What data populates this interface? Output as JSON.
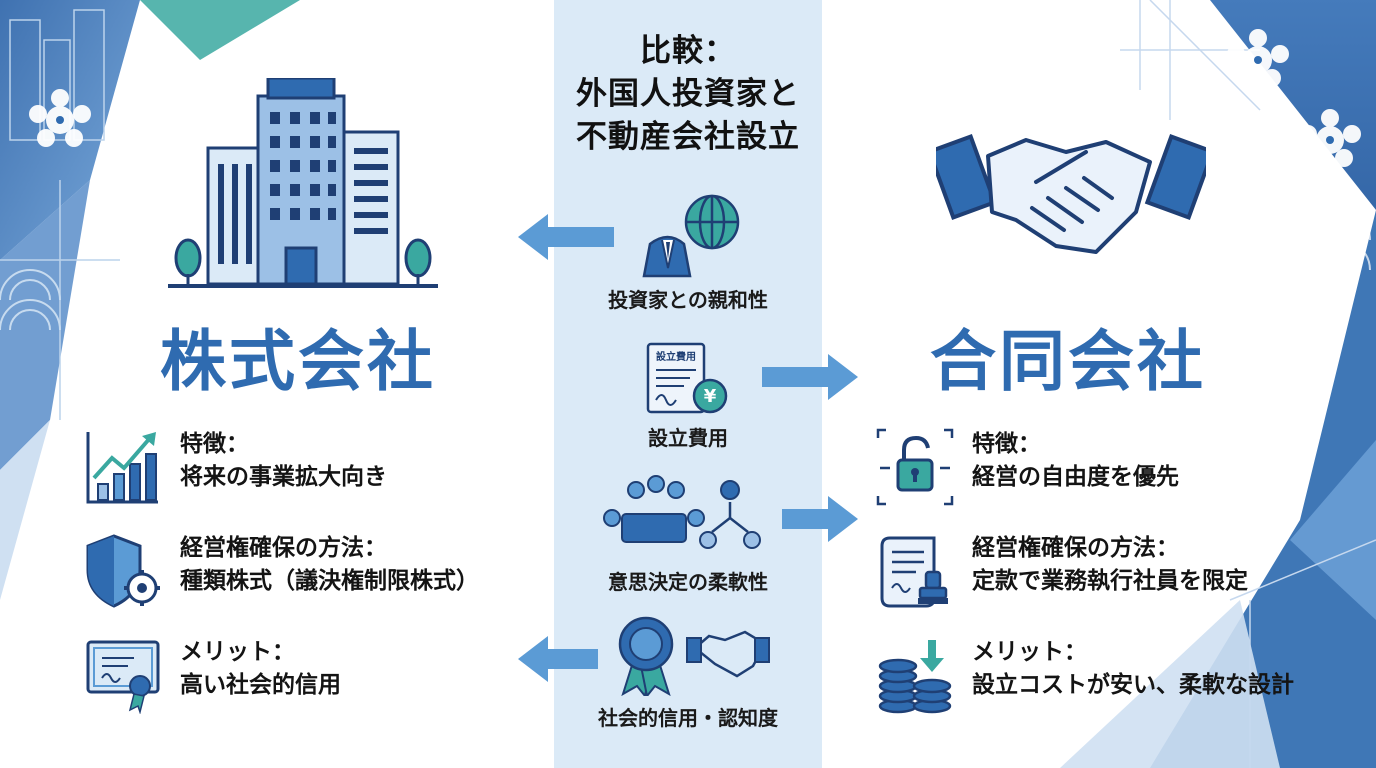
{
  "center": {
    "title_lines": [
      "比較：",
      "外国人投資家と",
      "不動産会社設立"
    ],
    "items": [
      {
        "label": "投資家との親和性",
        "icon": "investor-globe-icon",
        "arrow": "left"
      },
      {
        "label": "設立費用",
        "icon": "cost-document-yen-icon",
        "arrow": "right",
        "doc_label": "設立費用",
        "coin": "¥"
      },
      {
        "label": "意思決定の柔軟性",
        "icon": "meeting-network-icon",
        "arrow": "right"
      },
      {
        "label": "社会的信用・認知度",
        "icon": "award-handshake-icon",
        "arrow": "left"
      }
    ]
  },
  "left": {
    "title": "株式会社",
    "features": [
      {
        "icon": "growth-chart-icon",
        "heading": "特徴：",
        "text": "将来の事業拡大向き"
      },
      {
        "icon": "shield-gear-icon",
        "heading": "経営権確保の方法：",
        "text": "種類株式（議決権制限株式）"
      },
      {
        "icon": "certificate-icon",
        "heading": "メリット：",
        "text": "高い社会的信用"
      }
    ]
  },
  "right": {
    "title": "合同会社",
    "features": [
      {
        "icon": "unlock-arrows-icon",
        "heading": "特徴：",
        "text": "経営の自由度を優先"
      },
      {
        "icon": "contract-stamp-icon",
        "heading": "経営権確保の方法：",
        "text": "定款で業務執行社員を限定"
      },
      {
        "icon": "coins-download-icon",
        "heading": "メリット：",
        "text": "設立コストが安い、柔軟な設計"
      }
    ]
  },
  "colors": {
    "primary": "#2f6bb0",
    "navy": "#1f3f74",
    "teal": "#3aa8a0",
    "light_blue": "#dbeaf7",
    "arrow": "#5b9bd5"
  }
}
